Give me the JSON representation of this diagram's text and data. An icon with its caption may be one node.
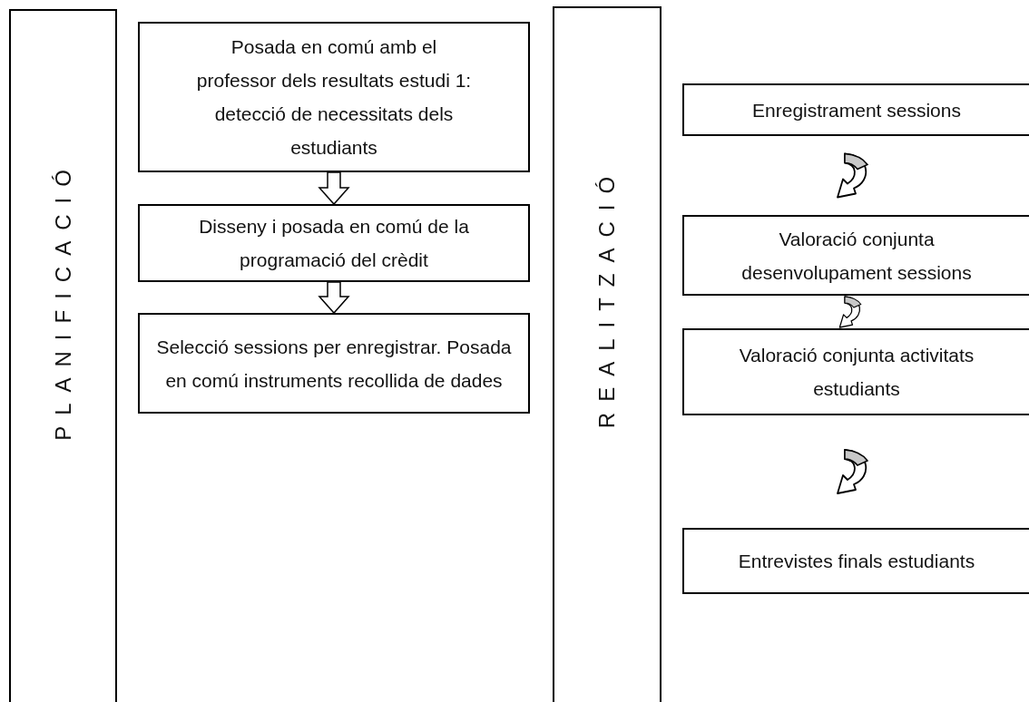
{
  "diagram": {
    "nodes": [
      {
        "text": [
          "PLANIFICACIÓ"
        ]
      },
      {
        "text": [
          "Posada en comú amb el professor dels resultats estudi 1: detecció de necessitats dels estudiants"
        ]
      },
      {
        "text": [
          "Disseny i posada en comú de la programació del crèdit"
        ]
      },
      {
        "text": [
          "Selecció sessions per enregistrar. Posada en comú instruments recollida de dades"
        ]
      },
      {
        "text": [
          "REALITZACIÓ"
        ]
      },
      {
        "text": [
          "Enregistrament sessions"
        ]
      },
      {
        "text": [
          "Valoració conjunta desenvolupament sessions"
        ]
      },
      {
        "text": [
          "Valoració conjunta activitats estudiants"
        ]
      },
      {
        "text": [
          "Entrevistes finals estudiants"
        ]
      }
    ],
    "edges": [
      {
        "from": 1,
        "to": 2,
        "arrow": "to"
      },
      {
        "from": 2,
        "to": 3,
        "arrow": "to"
      },
      {
        "from": 5,
        "to": 6,
        "arrow": "to"
      },
      {
        "from": 6,
        "to": 7,
        "arrow": "to"
      },
      {
        "from": 7,
        "to": 8,
        "arrow": "to"
      }
    ]
  }
}
